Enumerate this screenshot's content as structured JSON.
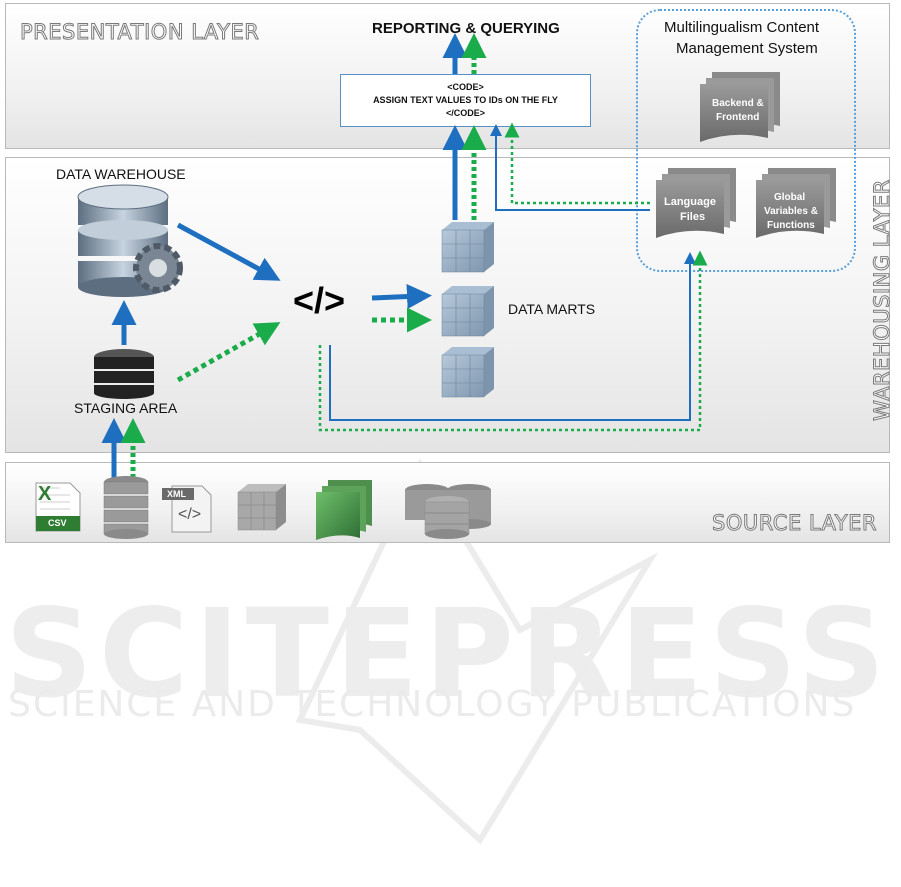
{
  "layers": {
    "presentation": "PRESENTATION LAYER",
    "warehousing": "WAREHOUSING LAYER",
    "source": "SOURCE LAYER"
  },
  "reporting": "REPORTING & QUERYING",
  "code_box": {
    "open": "<CODE>",
    "text": "ASSIGN TEXT VALUES TO IDs ON THE FLY",
    "close": "</CODE>"
  },
  "cms": {
    "title_line1": "Multilingualism Content",
    "title_line2": "Management System",
    "backend_line1": "Backend &",
    "backend_line2": "Frontend",
    "language_line1": "Language",
    "language_line2": "Files",
    "globals_line1": "Global",
    "globals_line2": "Variables &",
    "globals_line3": "Functions"
  },
  "warehouse": {
    "data_warehouse": "DATA WAREHOUSE",
    "staging_area": "STAGING AREA",
    "code_symbol": "</>",
    "data_marts": "DATA MARTS"
  },
  "sources": {
    "csv_label": "CSV",
    "csv_letter": "X",
    "xml_label": "XML",
    "xml_symbol": "</>"
  },
  "watermark": {
    "line1": "SCITEPRESS",
    "line2": "SCIENCE AND TECHNOLOGY PUBLICATIONS"
  },
  "colors": {
    "blue_arrow": "#1f6fc1",
    "green_arrow": "#1aab4a",
    "cms_border": "#5aa0d8",
    "code_box_border": "#5a8fc5"
  }
}
